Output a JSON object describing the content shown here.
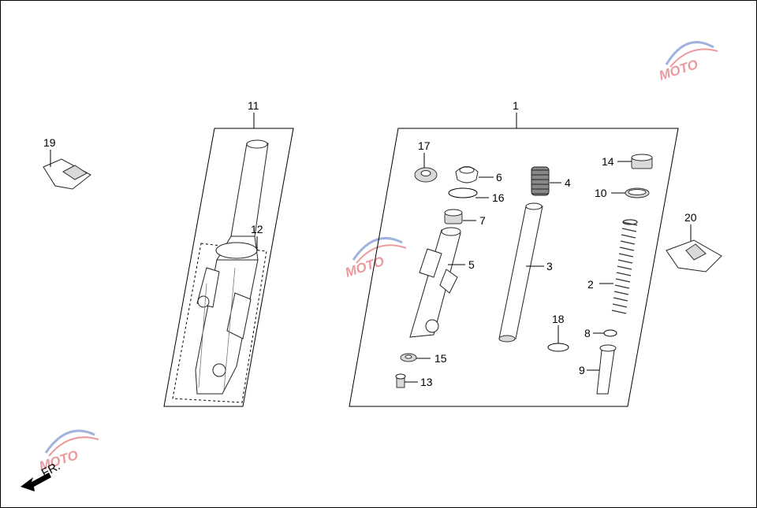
{
  "diagram": {
    "callouts": [
      {
        "id": "c1",
        "text": "1"
      },
      {
        "id": "c2",
        "text": "2"
      },
      {
        "id": "c3",
        "text": "3"
      },
      {
        "id": "c4",
        "text": "4"
      },
      {
        "id": "c5",
        "text": "5"
      },
      {
        "id": "c6",
        "text": "6"
      },
      {
        "id": "c7",
        "text": "7"
      },
      {
        "id": "c8",
        "text": "8"
      },
      {
        "id": "c9",
        "text": "9"
      },
      {
        "id": "c10",
        "text": "10"
      },
      {
        "id": "c11",
        "text": "11"
      },
      {
        "id": "c12",
        "text": "12"
      },
      {
        "id": "c13",
        "text": "13"
      },
      {
        "id": "c14",
        "text": "14"
      },
      {
        "id": "c15",
        "text": "15"
      },
      {
        "id": "c16",
        "text": "16"
      },
      {
        "id": "c17",
        "text": "17"
      },
      {
        "id": "c18",
        "text": "18"
      },
      {
        "id": "c19",
        "text": "19"
      },
      {
        "id": "c20",
        "text": "20"
      }
    ],
    "direction_label": "FR.",
    "watermark_text": "MOTO",
    "colors": {
      "line": "#000000",
      "watermark": "#e9898d",
      "watermark_blue": "#8fa6d8"
    }
  }
}
